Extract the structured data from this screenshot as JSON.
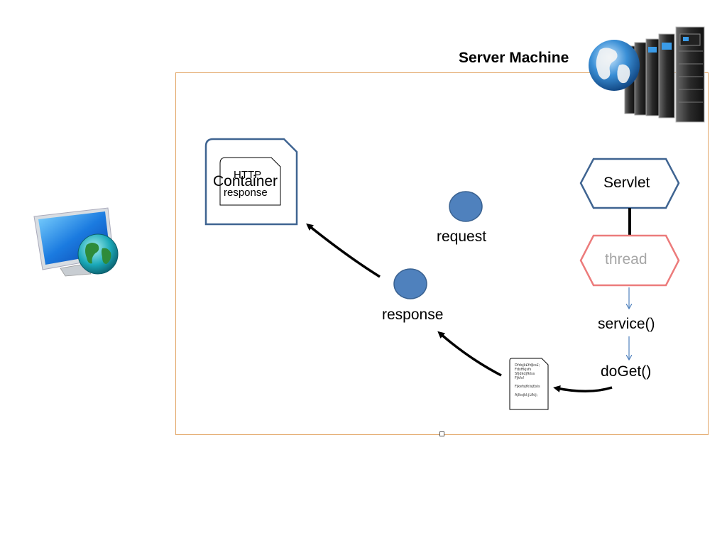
{
  "server_machine": {
    "title": "Server Machine",
    "icon": "server-rack-globe-icon"
  },
  "client": {
    "icon": "computer-monitor-globe-icon"
  },
  "container": {
    "label": "Container"
  },
  "http_response_doc": {
    "line1": "HTTP",
    "line2": "response"
  },
  "request": {
    "label": "request"
  },
  "response": {
    "label": "response"
  },
  "servlet": {
    "label": "Servlet"
  },
  "thread": {
    "label": "thread"
  },
  "service": {
    "label": "service()"
  },
  "doget": {
    "label": "doGet()"
  },
  "response_page": {
    "text": "Dfdsjk£fdjks£;\nFdsffkjsfs\nSfjdkdjfklss\nFjkfs!\n\nFjkefsjfklsjfjsls\n\nAjlksjkl;jLfklj;"
  },
  "colors": {
    "shape_blue": "#3f6491",
    "circle_fill": "#4f81bd",
    "thread_pink": "#ec7b7b",
    "thread_text": "#a6a6a6",
    "box_border": "#e3a86a",
    "arrow_thin": "#4f81bd"
  }
}
